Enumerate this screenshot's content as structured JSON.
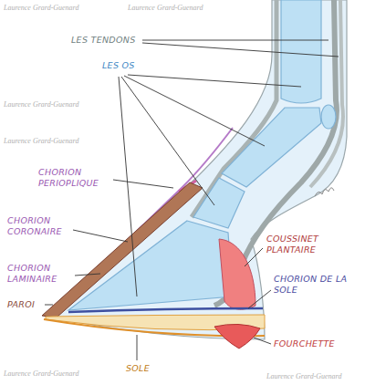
{
  "diagram": {
    "labels": [
      "LES TENDONS",
      "LES OS",
      "CHORION PERIOPLIQUE",
      "CHORION CORONAIRE",
      "CHORION LAMINAIRE",
      "PAROI",
      "COUSSINET PLANTAIRE",
      "CHORION DE LA SOLE",
      "FOURCHETTE",
      "SOLE",
      "Laurence Grard-Guenard",
      "Laurence Grard-Guenard",
      "Laurence Grard-Guenard",
      "Laurence Grard-Guenard",
      "Laurence Grard-Guenard",
      "Laurence Grard-Guenard"
    ]
  }
}
